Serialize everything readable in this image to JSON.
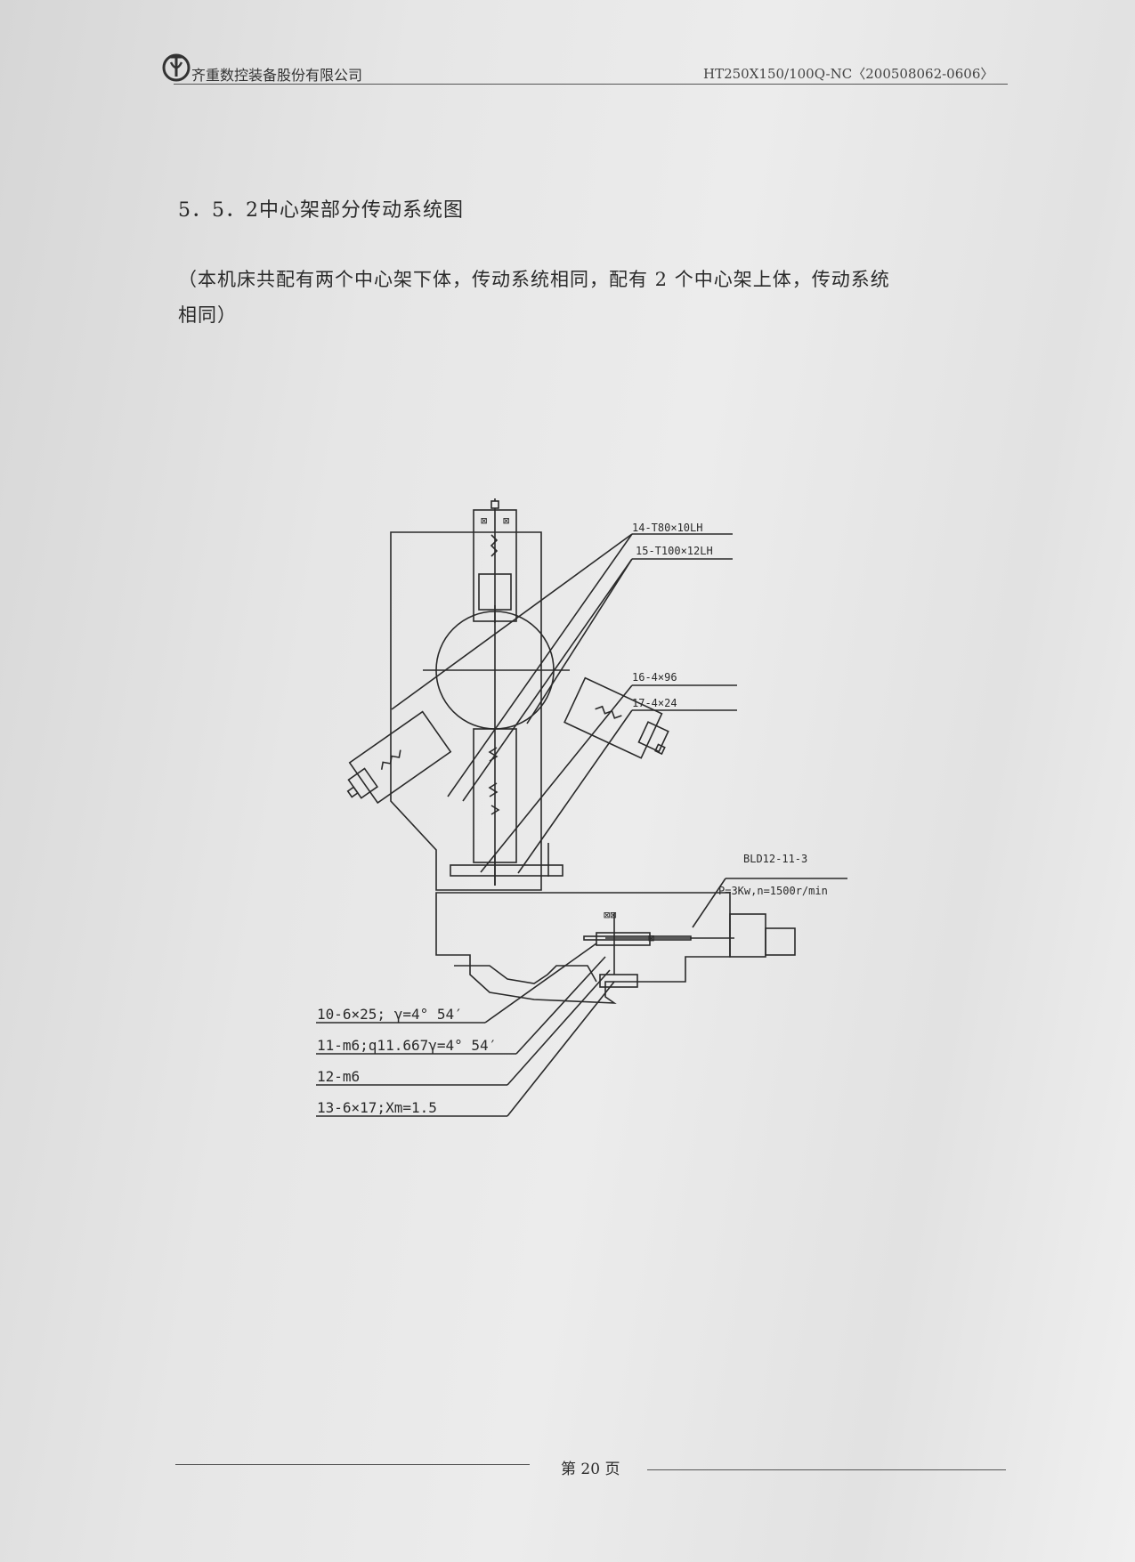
{
  "header": {
    "company": "齐重数控装备股份有限公司",
    "doc_code": "HT250X150/100Q-NC〈200508062-0606〉"
  },
  "section": {
    "title": "5．5．2中心架部分传动系统图",
    "paragraph_line1": "（本机床共配有两个中心架下体，传动系统相同，配有 2 个中心架上体，传动系统",
    "paragraph_line2": "相同）"
  },
  "diagram": {
    "labels": {
      "l14": "14-T80×10LH",
      "l15": "15-T100×12LH",
      "l16": "16-4×96",
      "l17": "17-4×24",
      "motor": "BLD12-11-3",
      "motor_spec": "P=3Kw,n=1500r/min",
      "l10": "10-6×25; γ=4° 54′",
      "l11": "11-m6;q11.667γ=4° 54′",
      "l12": "12-m6",
      "l13": "13-6×17;Xm=1.5"
    }
  },
  "footer": {
    "page": "第 20 页"
  }
}
